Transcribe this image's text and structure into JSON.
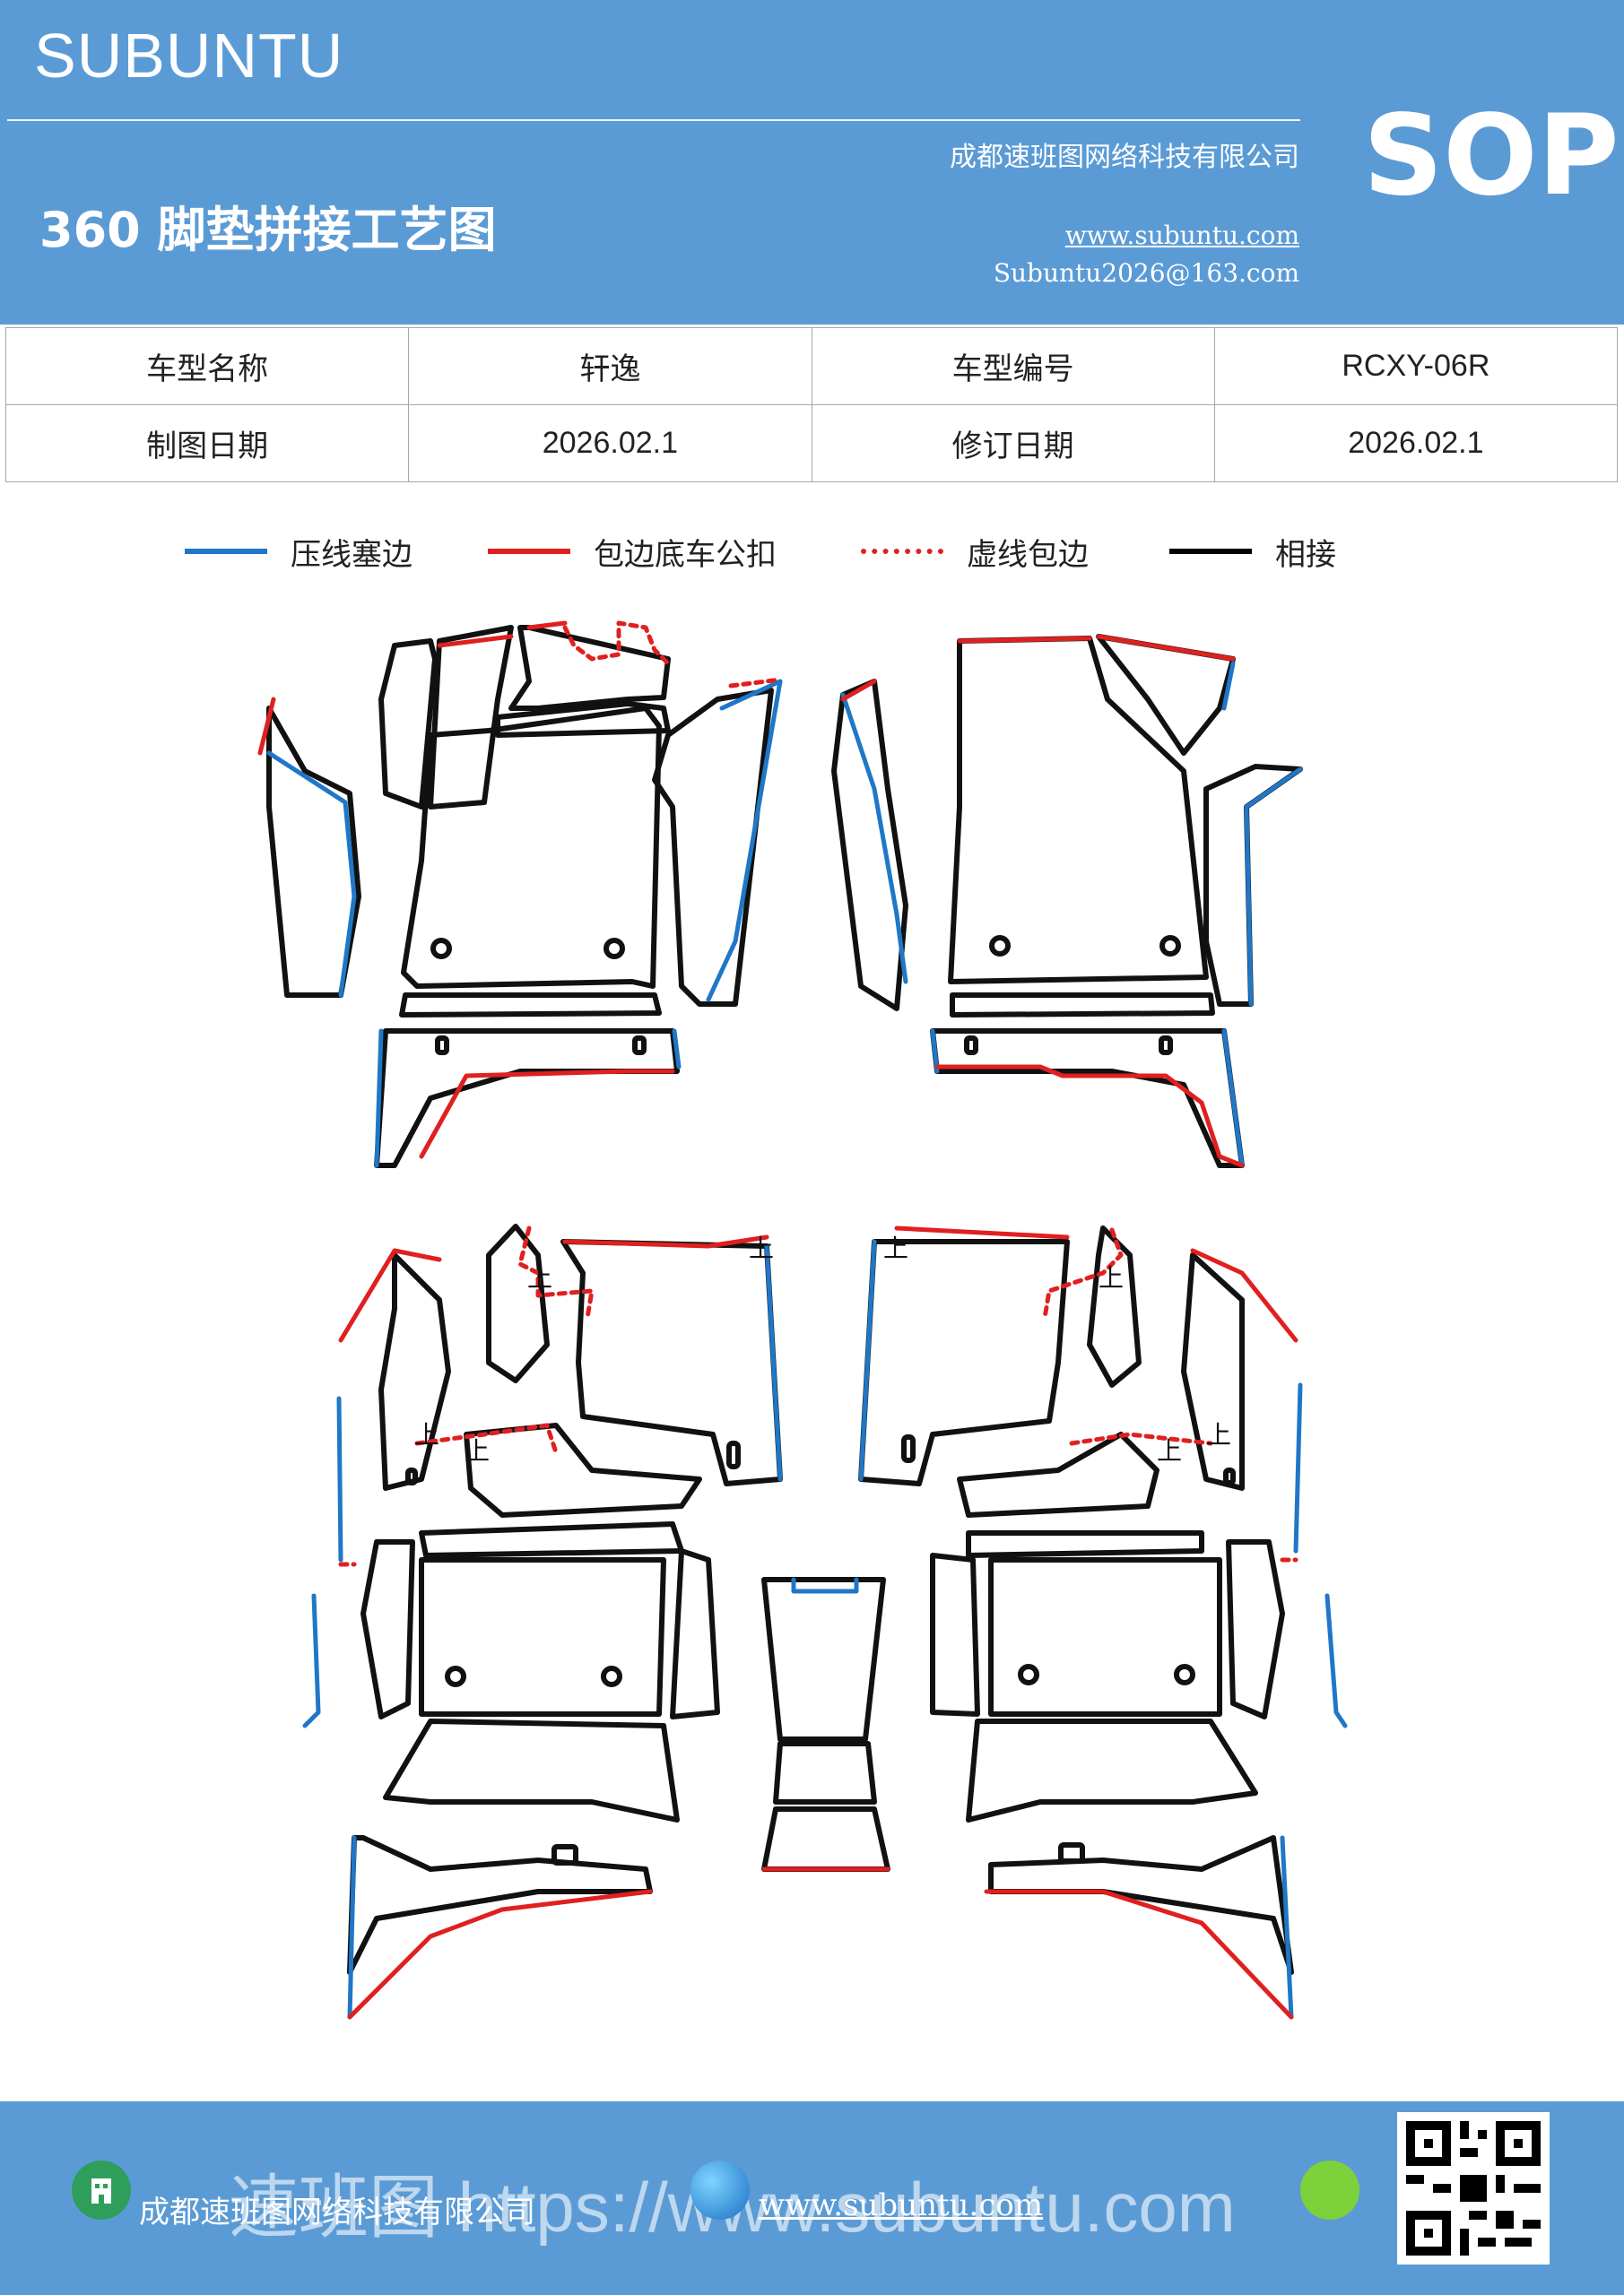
{
  "header": {
    "brand": "SUBUNTU",
    "title": "360 脚垫拼接工艺图",
    "company": "成都速班图网络科技有限公司",
    "website": "www.subuntu.com",
    "email": "Subuntu2026@163.com",
    "badge": "SOP"
  },
  "info_table": {
    "rows": [
      [
        "车型名称",
        "轩逸",
        "车型编号",
        "RCXY-06R"
      ],
      [
        "制图日期",
        "2026.02.1",
        "修订日期",
        "2026.02.1"
      ]
    ]
  },
  "legend": [
    {
      "label": "压线塞边",
      "color": "#1f77c8",
      "style": "solid"
    },
    {
      "label": "包边底车公扣",
      "color": "#e02020",
      "style": "solid"
    },
    {
      "label": "虚线包边",
      "color": "#e02020",
      "style": "dotted"
    },
    {
      "label": "相接",
      "color": "#000000",
      "style": "solid"
    }
  ],
  "diagram": {
    "marks": [
      "上",
      "上",
      "上",
      "上",
      "上",
      "上",
      "上",
      "上"
    ]
  },
  "footer": {
    "company": "成都速班图网络科技有限公司",
    "website": "www.subuntu.com",
    "watermark": "速班图 https://www.subuntu.com"
  },
  "colors": {
    "header_bg": "#5b9bd5",
    "blue_line": "#1f77c8",
    "red_line": "#e02020"
  }
}
